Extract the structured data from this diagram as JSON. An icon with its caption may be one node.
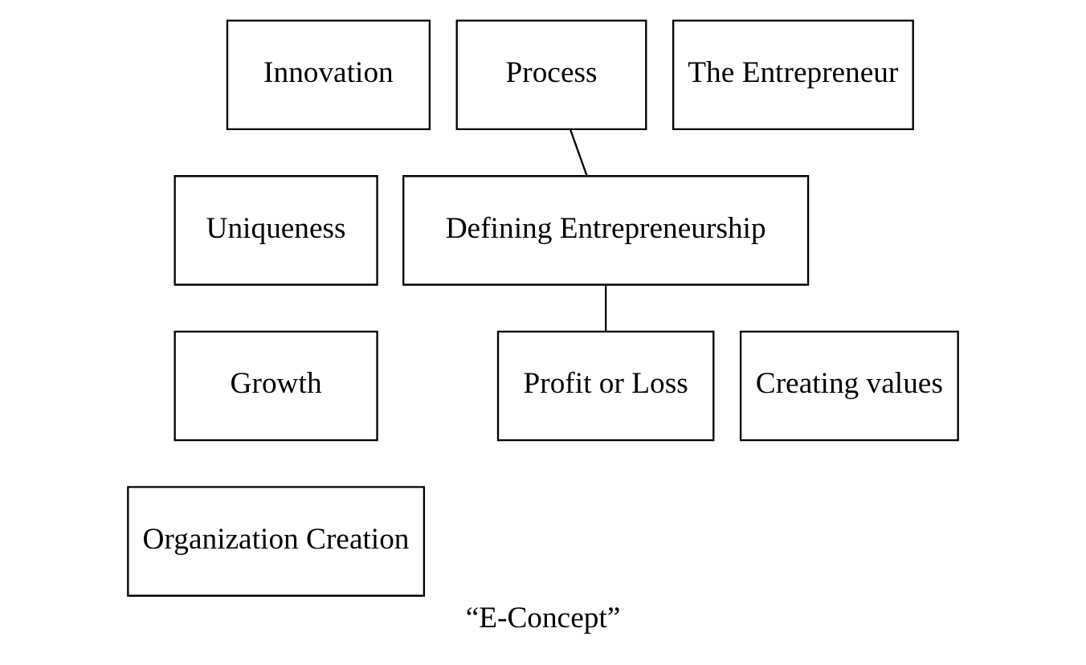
{
  "diagram": {
    "caption": "“E-Concept”",
    "nodes": [
      {
        "text": [
          "Innovation"
        ]
      },
      {
        "text": [
          "Uniqueness"
        ]
      },
      {
        "text": [
          "Growth"
        ]
      },
      {
        "text": [
          "Organization Creation"
        ]
      },
      {
        "text": [
          "Process"
        ]
      },
      {
        "text": [
          "The Entrepreneur"
        ]
      },
      {
        "text": [
          "Defining Entrepreneurship"
        ]
      },
      {
        "text": [
          "Profit or Loss"
        ]
      },
      {
        "text": [
          "Creating values"
        ]
      }
    ],
    "edges": [
      {
        "from": 4,
        "to": 6,
        "arrow": "none"
      },
      {
        "from": 6,
        "to": 7,
        "arrow": "none"
      }
    ]
  }
}
